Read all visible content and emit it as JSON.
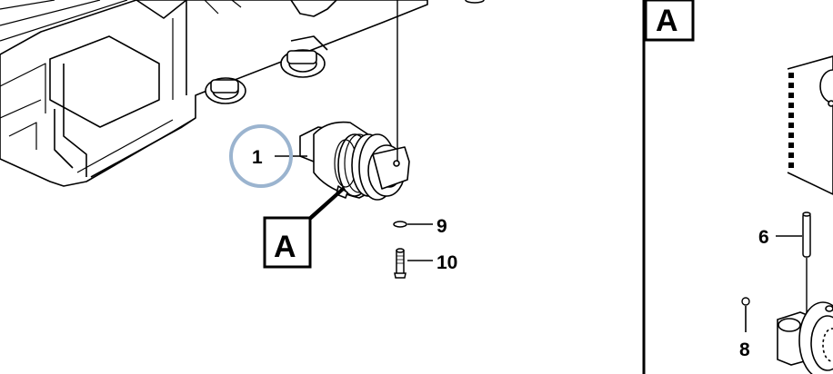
{
  "diagram": {
    "callouts": [
      {
        "id": "1",
        "text": "1",
        "highlighted": true
      },
      {
        "id": "6",
        "text": "6"
      },
      {
        "id": "8",
        "text": "8"
      },
      {
        "id": "9",
        "text": "9"
      },
      {
        "id": "10",
        "text": "10"
      }
    ],
    "detail_label_main": "A",
    "detail_label_inset": "A",
    "colors": {
      "highlight_circle": "#9bb4cf",
      "line": "#000000",
      "background": "#ffffff"
    }
  }
}
